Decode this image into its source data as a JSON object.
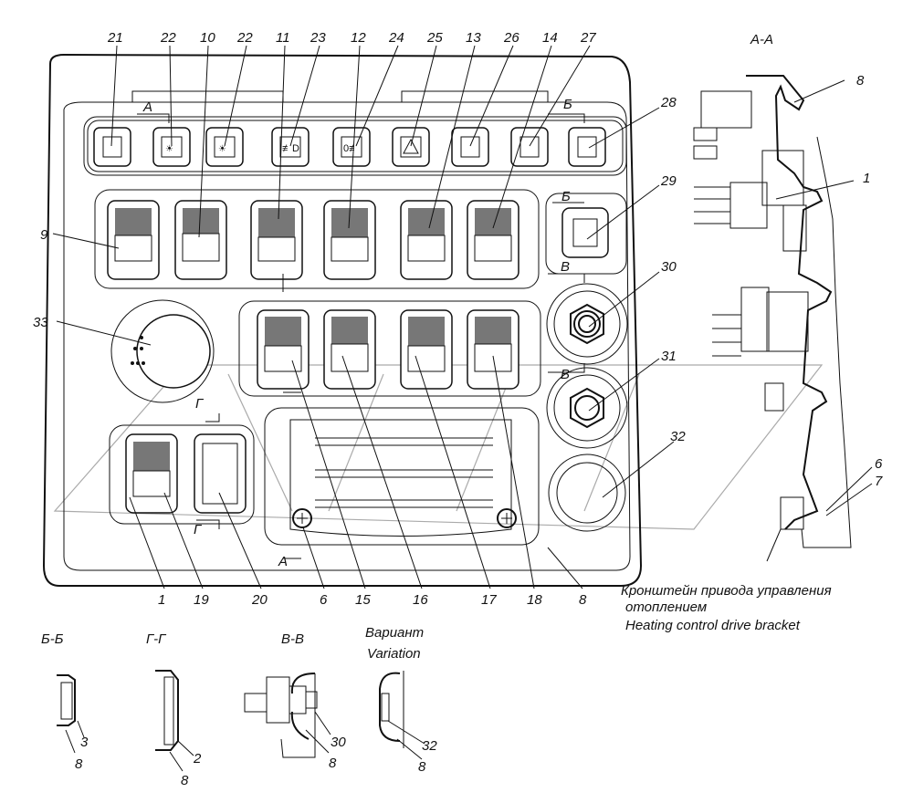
{
  "section_titles": {
    "aa": "А-А",
    "bb": "Б-Б",
    "gg": "Г-Г",
    "vv": "В-В",
    "variant_ru": "Вариант",
    "variant_en": "Variation"
  },
  "section_marks": {
    "a": "А",
    "b": "Б",
    "v": "В",
    "g": "Г"
  },
  "top_callouts": [
    "21",
    "22",
    "10",
    "22",
    "11",
    "23",
    "12",
    "24",
    "25",
    "13",
    "26",
    "14",
    "27"
  ],
  "right_callouts": [
    "28",
    "29",
    "30",
    "31",
    "32"
  ],
  "left_callouts": [
    "9",
    "33"
  ],
  "bottom_callouts": [
    "1",
    "19",
    "20",
    "6",
    "15",
    "16",
    "17",
    "18",
    "8"
  ],
  "aa_callouts": [
    "8",
    "1",
    "6",
    "7"
  ],
  "detail_callouts": {
    "bb": [
      "3",
      "8"
    ],
    "gg": [
      "2",
      "8"
    ],
    "vv": [
      "30",
      "8"
    ],
    "variant": [
      "32",
      "8"
    ]
  },
  "caption": {
    "ru_line1": "Кронштейн привода управления",
    "ru_line2": "отоплением",
    "en": "Heating control drive bracket"
  }
}
